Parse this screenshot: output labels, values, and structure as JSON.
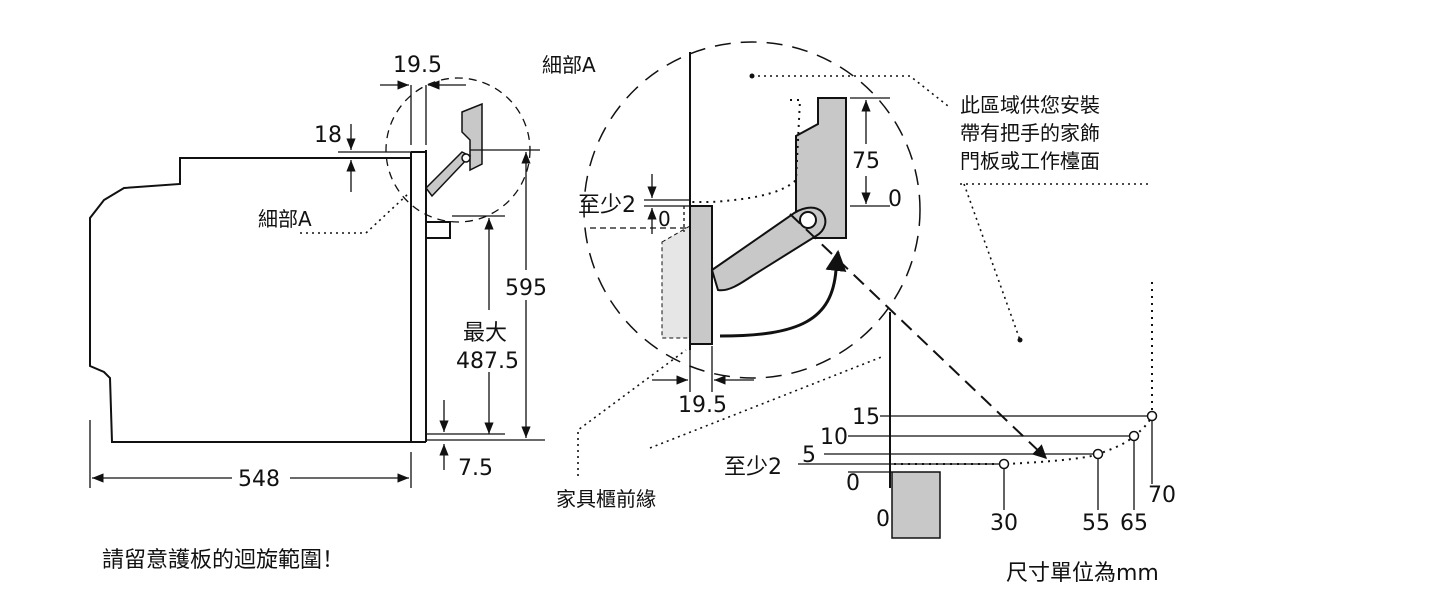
{
  "labels": {
    "dim_19_5_top": "19.5",
    "dim_18": "18",
    "detail_a_left": "細部A",
    "dim_595": "595",
    "max_label": "最大",
    "dim_487_5": "487.5",
    "dim_7_5": "7.5",
    "dim_548": "548",
    "detail_a_title": "細部A",
    "min_2_detail": "至少2",
    "zero_detail": "0",
    "dim_75": "75",
    "zero_75": "0",
    "dim_19_5_detail": "19.5",
    "furniture_front_edge": "家具櫃前緣",
    "zone_line1": "此區域供您安裝",
    "zone_line2": "帶有把手的家飾",
    "zone_line3": "門板或工作檯面",
    "graph_15": "15",
    "graph_10": "10",
    "graph_5": "5",
    "graph_min2": "至少2",
    "graph_0_left": "0",
    "graph_0_bottom": "0",
    "graph_30": "30",
    "graph_55": "55",
    "graph_65": "65",
    "graph_70": "70",
    "warning": "請留意護板的迴旋範圍！",
    "units": "尺寸單位為mm"
  },
  "colors": {
    "line": "#111111",
    "grey_part": "#c8c8c8",
    "grey_light": "#e6e6e6"
  }
}
